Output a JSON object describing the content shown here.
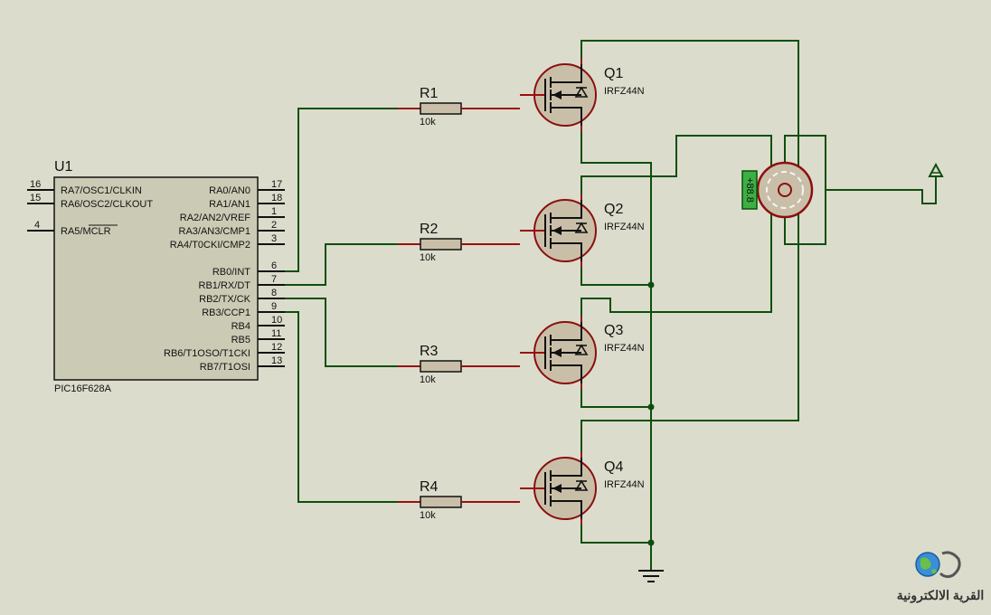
{
  "colors": {
    "background": "#dcdccc",
    "wire": "#0d4f0d",
    "component_lead": "#9b0f0f",
    "ic_fill": "#cbcbb5",
    "motor_label_fill": "#3cb043"
  },
  "ic": {
    "ref": "U1",
    "part": "PIC16F628A",
    "left_pins": [
      {
        "num": "16",
        "label": "RA7/OSC1/CLKIN"
      },
      {
        "num": "15",
        "label": "RA6/OSC2/CLKOUT"
      },
      {
        "num": "4",
        "label": "RA5/MCLR"
      }
    ],
    "right_pins": [
      {
        "num": "17",
        "label": "RA0/AN0"
      },
      {
        "num": "18",
        "label": "RA1/AN1"
      },
      {
        "num": "1",
        "label": "RA2/AN2/VREF"
      },
      {
        "num": "2",
        "label": "RA3/AN3/CMP1"
      },
      {
        "num": "3",
        "label": "RA4/T0CKI/CMP2"
      },
      {
        "num": "6",
        "label": "RB0/INT"
      },
      {
        "num": "7",
        "label": "RB1/RX/DT"
      },
      {
        "num": "8",
        "label": "RB2/TX/CK"
      },
      {
        "num": "9",
        "label": "RB3/CCP1"
      },
      {
        "num": "10",
        "label": "RB4"
      },
      {
        "num": "11",
        "label": "RB5"
      },
      {
        "num": "12",
        "label": "RB6/T1OSO/T1CKI"
      },
      {
        "num": "13",
        "label": "RB7/T1OSI"
      }
    ]
  },
  "resistors": [
    {
      "ref": "R1",
      "value": "10k"
    },
    {
      "ref": "R2",
      "value": "10k"
    },
    {
      "ref": "R3",
      "value": "10k"
    },
    {
      "ref": "R4",
      "value": "10k"
    }
  ],
  "mosfets": [
    {
      "ref": "Q1",
      "part": "IRFZ44N"
    },
    {
      "ref": "Q2",
      "part": "IRFZ44N"
    },
    {
      "ref": "Q3",
      "part": "IRFZ44N"
    },
    {
      "ref": "Q4",
      "part": "IRFZ44N"
    }
  ],
  "motor": {
    "label": "+88.8"
  },
  "power": {
    "type": "supply-arrow-icon"
  },
  "ground": {
    "type": "ground-icon"
  },
  "logo": {
    "text": "القرية الالكترونية"
  }
}
